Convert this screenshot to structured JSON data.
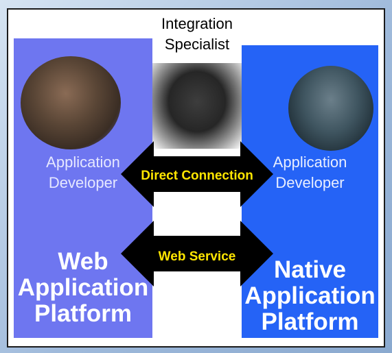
{
  "center": {
    "title_line1": "Integration",
    "title_line2": "Specialist"
  },
  "left": {
    "role_line1": "Application",
    "role_line2": "Developer",
    "platform_line1": "Web",
    "platform_line2": "Application",
    "platform_line3": "Platform"
  },
  "right": {
    "role_line1": "Application",
    "role_line2": "Developer",
    "platform_line1": "Native",
    "platform_line2": "Application",
    "platform_line3": "Platform"
  },
  "connections": {
    "top": "Direct Connection",
    "bottom": "Web Service"
  },
  "colors": {
    "left_panel": "#6e76f0",
    "right_panel": "#2563f6",
    "arrow": "#000000",
    "arrow_text": "#ffe600"
  }
}
